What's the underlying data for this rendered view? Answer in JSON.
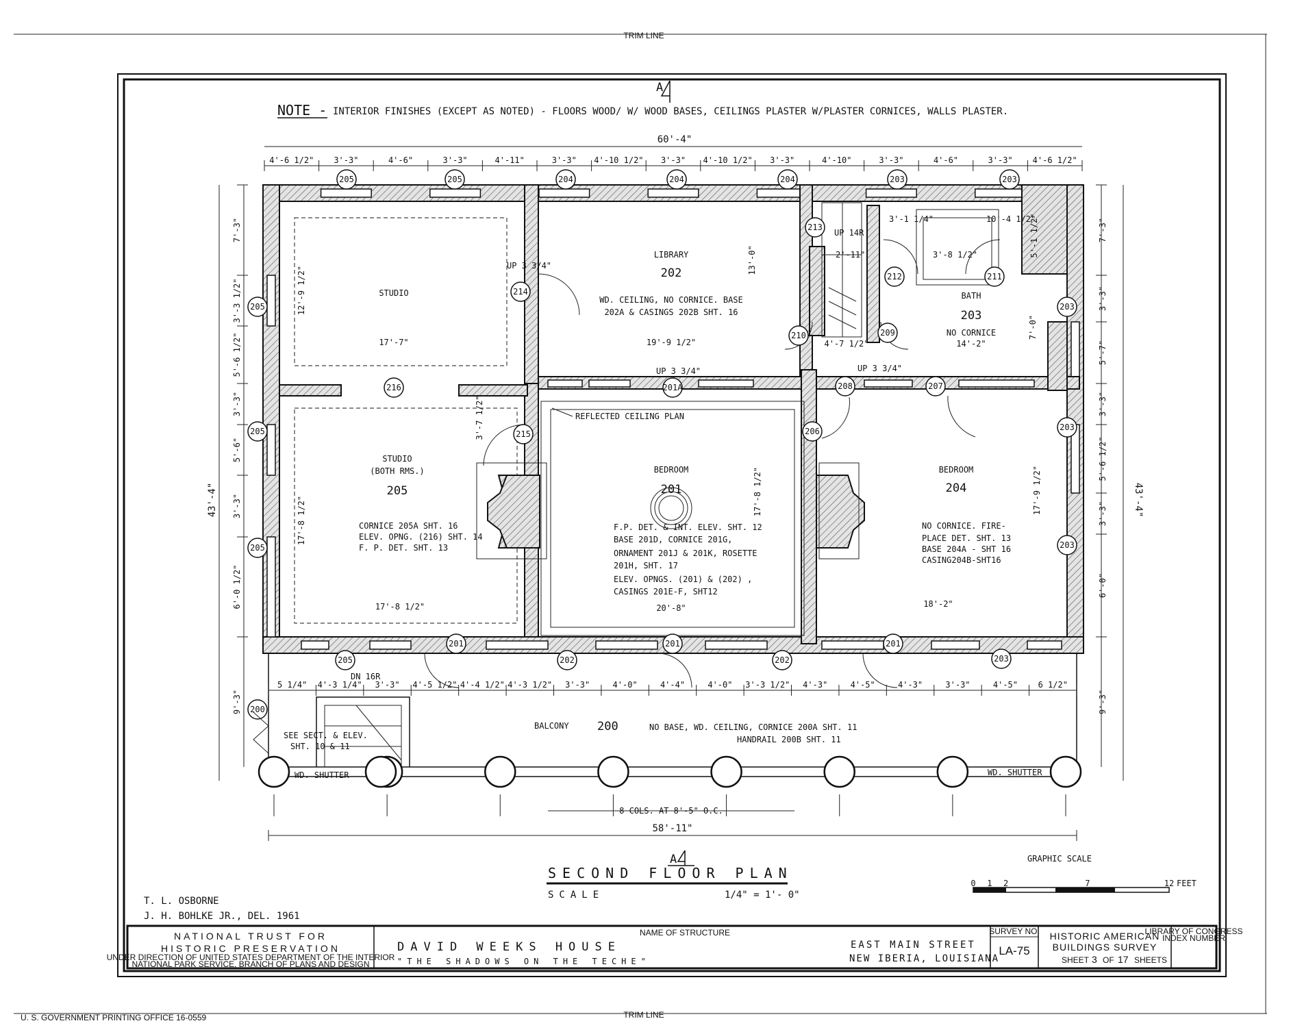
{
  "trim_line": "TRIM LINE",
  "note": {
    "lead": "NOTE -",
    "text": "INTERIOR FINISHES (EXCEPT AS NOTED) - FLOORS WOOD/ W/ WOOD BASES, CEILINGS PLASTER W/PLASTER CORNICES, WALLS PLASTER."
  },
  "section_marker": "A",
  "section_number": "4",
  "overall_width": "60'-4\"",
  "top_dims": [
    "4'-6 1/2\"",
    "3'-3\"",
    "4'-6\"",
    "3'-3\"",
    "4'-11\"",
    "3'-3\"",
    "4'-10 1/2\"",
    "3'-3\"",
    "4'-10 1/2\"",
    "3'-3\"",
    "4'-10\"",
    "3'-3\"",
    "4'-6\"",
    "3'-3\"",
    "4'-6 1/2\""
  ],
  "top_window_tags": [
    "205",
    "205",
    "204",
    "204",
    "204",
    "203",
    "203"
  ],
  "left_dims": [
    "7'-3\"",
    "3'-3 1/2\"",
    "5'-6 1/2\"",
    "3'-3\"",
    "5'-6\"",
    "3'-3\"",
    "6'-0 1/2\"",
    "9'-3\""
  ],
  "left_overall": "43'-4\"",
  "left_window_tags": [
    "205",
    "205",
    "205",
    "200"
  ],
  "right_dims": [
    "7'-3\"",
    "3'-3\"",
    "5'-7\"",
    "3'-3\"",
    "5'-6 1/2\"",
    "3'-3\"",
    "6'-0\"",
    "9'-3\""
  ],
  "right_overall": "43'-4\"",
  "right_window_tags": [
    "203",
    "203",
    "203"
  ],
  "rooms": {
    "studio_upper": {
      "name": "STUDIO",
      "dim_h": "17'-7\"",
      "dim_v": "12'-9 1/2\"",
      "up": "UP 3 3/4\""
    },
    "library": {
      "name": "LIBRARY",
      "number": "202",
      "notes": [
        "WD. CEILING, NO CORNICE. BASE",
        "202A & CASINGS 202B SHT. 16"
      ],
      "dim_h": "19'-9 1/2\"",
      "dim_v": "13'-0\"",
      "up": "UP 3 3/4\""
    },
    "stair": {
      "label": "UP 14R",
      "dim": "2'-11\"",
      "dim_h": "4'-7 1/2\"",
      "up": "UP 3 3/4\""
    },
    "bath": {
      "name": "BATH",
      "number": "203",
      "note": "NO CORNICE",
      "dim_h": "14'-2\"",
      "dim_v": "7'-0\"",
      "dims": [
        "3'-1 1/4\"",
        "3'-8 1/2\"",
        "10'-4 1/2\"",
        "5'-1 1/2\""
      ]
    },
    "studio": {
      "name": "STUDIO",
      "sub": "(BOTH RMS.)",
      "number": "205",
      "notes": [
        "CORNICE 205A SHT. 16",
        "ELEV. OPNG. (216) SHT. 14",
        "F. P. DET. SHT. 13"
      ],
      "dim_h": "17'-8 1/2\"",
      "dim_v": "17'-8 1/2\"",
      "dim_small": "3'-7 1/2\""
    },
    "bedroom_201": {
      "name": "BEDROOM",
      "number": "201",
      "reflected": "REFLECTED CEILING PLAN",
      "notes": [
        "F.P. DET. & INT. ELEV. SHT. 12",
        "BASE 201D, CORNICE 201G,",
        "ORNAMENT 201J & 201K, ROSETTE",
        "201H, SHT. 17",
        "ELEV. OPNGS. (201) & (202) ,",
        "CASINGS 201E-F, SHT12"
      ],
      "dim_h": "20'-8\"",
      "dim_v": "17'-8 1/2\""
    },
    "bedroom_204": {
      "name": "BEDROOM",
      "number": "204",
      "notes": [
        "NO CORNICE. FIRE-",
        "PLACE DET. SHT. 13",
        "BASE 204A - SHT 16",
        "CASING204B-SHT16"
      ],
      "dim_h": "18'-2\"",
      "dim_v": "17'-9 1/2\""
    },
    "balcony": {
      "name": "BALCONY",
      "number": "200",
      "notes": [
        "NO BASE, WD. CEILING, CORNICE 200A SHT. 11",
        "HANDRAIL 200B SHT. 11"
      ],
      "see": [
        "SEE SECT. & ELEV.",
        "SHT. 10 & 11"
      ],
      "down": "DN 16R"
    }
  },
  "door_tags": [
    "214",
    "213",
    "212",
    "211",
    "210",
    "209",
    "216",
    "201A",
    "208",
    "207",
    "215",
    "206"
  ],
  "front_opening_tags": [
    "205",
    "201",
    "202",
    "201",
    "202",
    "201",
    "203"
  ],
  "bottom_dims": [
    "5 1/4\"",
    "4'-3 1/4\"",
    "3'-3\"",
    "4'-5 1/2\"",
    "4'-4 1/2\"",
    "4'-3 1/2\"",
    "3'-3\"",
    "4'-0\"",
    "4'-4\"",
    "4'-0\"",
    "3'-3 1/2\"",
    "4'-3\"",
    "4'-5\"",
    "4'-3\"",
    "3'-3\"",
    "4'-5\"",
    "6 1/2\""
  ],
  "shutter_left": "WD. SHUTTER",
  "shutter_right": "WD. SHUTTER",
  "columns_note": "8 COLS. AT 8'-5\" O.C.",
  "bottom_overall": "58'-11\"",
  "plan_title": "SECOND FLOOR PLAN",
  "scale_label": "SCALE",
  "scale_value": "1/4\" = 1'- 0\"",
  "graphic_scale": {
    "title": "GRAPHIC SCALE",
    "ticks": [
      "0",
      "1",
      "2",
      "7",
      "12"
    ],
    "unit": "FEET"
  },
  "credits": [
    "T. L. OSBORNE",
    "J. H. BOHLKE JR., DEL. 1961"
  ],
  "title_block": {
    "agency_1": "NATIONAL TRUST FOR",
    "agency_2": "HISTORIC PRESERVATION",
    "agency_3": "UNDER DIRECTION OF UNITED STATES DEPARTMENT OF THE INTERIOR",
    "agency_4": "NATIONAL PARK SERVICE, BRANCH OF PLANS AND DESIGN",
    "name_label": "NAME OF STRUCTURE",
    "structure": "DAVID WEEKS HOUSE",
    "subtitle": "\"THE SHADOWS ON THE TECHE\"",
    "street": "EAST MAIN STREET",
    "city": "NEW IBERIA, LOUISIANA",
    "survey_label": "SURVEY NO.",
    "survey_no": "LA-75",
    "habs_1": "HISTORIC AMERICAN",
    "habs_2": "BUILDINGS SURVEY",
    "sheet_prefix": "SHEET",
    "sheet_no": "3",
    "sheet_of": "OF",
    "sheet_total": "17",
    "sheet_suffix": "SHEETS",
    "loc_1": "LIBRARY OF CONGRESS",
    "loc_2": "INDEX NUMBER"
  },
  "printer": "U. S. GOVERNMENT PRINTING OFFICE   16-0559"
}
